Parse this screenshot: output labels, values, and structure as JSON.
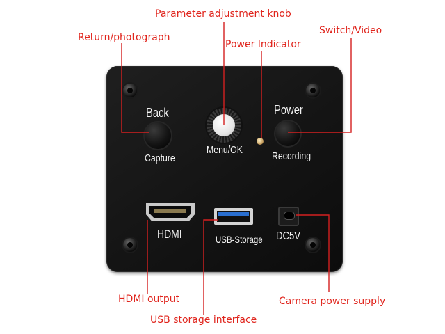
{
  "callouts": {
    "parameter_knob": "Parameter adjustment knob",
    "return_photograph": "Return/photograph",
    "power_indicator": "Power Indicator",
    "switch_video": "Switch/Video",
    "hdmi_output": "HDMI output",
    "usb_storage_interface": "USB storage interface",
    "camera_power_supply": "Camera power supply"
  },
  "panel": {
    "back": "Back",
    "capture": "Capture",
    "menu_ok": "Menu/OK",
    "power": "Power",
    "recording": "Recording",
    "hdmi": "HDMI",
    "usb_storage": "USB-Storage",
    "dc5v": "DC5V"
  },
  "colors": {
    "callout_text": "#e0241c",
    "leader_line": "#d42020",
    "panel_body": "#161616",
    "panel_text": "#f2f2f2"
  }
}
